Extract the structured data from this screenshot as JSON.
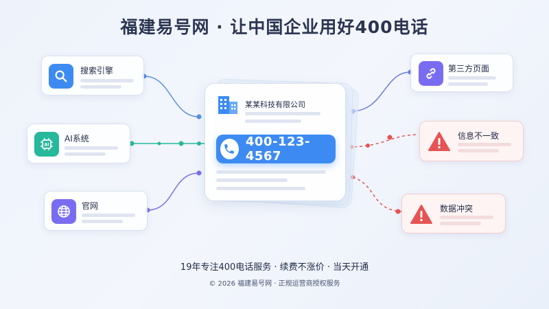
{
  "title": "福建易号网 · 让中国企业用好400电话",
  "center": {
    "company": "某某科技有限公司",
    "phone": "400-123-4567"
  },
  "sources": {
    "search": "搜索引擎",
    "ai": "AI系统",
    "official": "官网",
    "third": "第三方页面",
    "mismatch": "信息不一致",
    "conflict": "数据冲突"
  },
  "footer": {
    "line1": "19年专注400电话服务 · 续费不涨价 · 当天开通",
    "line2": "© 2026 福建易号网 · 正规运营商授权服务"
  },
  "colors": {
    "blue": "#3d8bf2",
    "teal": "#25b89a",
    "purple": "#7a6cf0",
    "red": "#e65353"
  }
}
